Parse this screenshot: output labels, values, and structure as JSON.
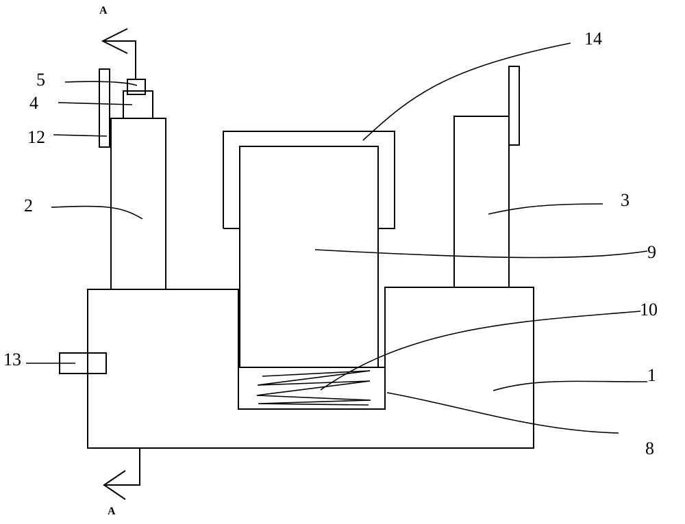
{
  "section_marker": "A",
  "labels": {
    "l1": "1",
    "l2": "2",
    "l3": "3",
    "l4": "4",
    "l5": "5",
    "l8": "8",
    "l9": "9",
    "l10": "10",
    "l12": "12",
    "l13": "13",
    "l14": "14"
  }
}
